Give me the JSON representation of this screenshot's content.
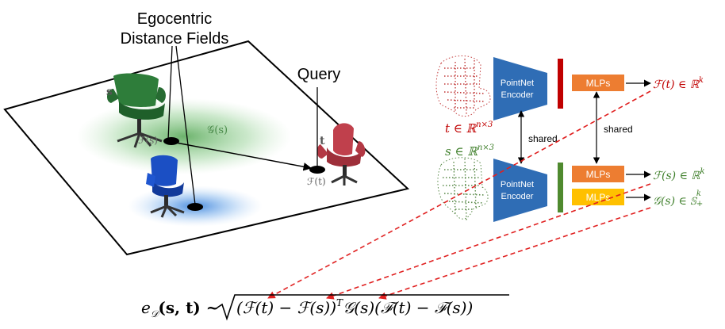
{
  "scene": {
    "title_line1": "Egocentric",
    "title_line2": "Distance Fields",
    "query_label": "Query",
    "label_s": "s",
    "label_t": "t",
    "label_Fs": "ℱ(s)",
    "label_Gs": "𝒢(s)",
    "label_Ft": "ℱ(t)"
  },
  "pipeline": {
    "encoder_top_line1": "PointNet",
    "encoder_top_line2": "Encoder",
    "encoder_bottom_line1": "PointNet",
    "encoder_bottom_line2": "Encoder",
    "mlp_top": "MLPs",
    "mlp_mid": "MLPs",
    "mlp_bot": "MLPs",
    "shared_left": "shared",
    "shared_right": "shared",
    "t_set": "t ∈ ℝ",
    "t_set_sup": "n×3",
    "s_set": "s ∈ ℝ",
    "s_set_sup": "n×3",
    "out_Ft": "ℱ(t) ∈ ℝ",
    "out_Ft_sup": "k",
    "out_Fs": "ℱ(s) ∈ ℝ",
    "out_Fs_sup": "k",
    "out_Gs": "𝒢(s) ∈ 𝕊",
    "out_Gs_sup": "k",
    "out_Gs_sub": "+"
  },
  "formula": {
    "lhs": "e",
    "lhs_sub": "𝒟",
    "lhs_args": "(s, t) ~",
    "radicand": "(ℱ(t) − ℱ(s))",
    "radicand_sup": "T",
    "radicand_rest": "𝒢(s)(ℱ(t) − ℱ(s))"
  },
  "colors": {
    "red": "#d62728",
    "green": "#3f7f2b",
    "blue_encoder": "#2f6db5",
    "mlp_orange": "#ed7d31",
    "mlp_yellow": "#ffc000",
    "bar_red": "#c00000",
    "bar_green": "#4f8a2f"
  }
}
